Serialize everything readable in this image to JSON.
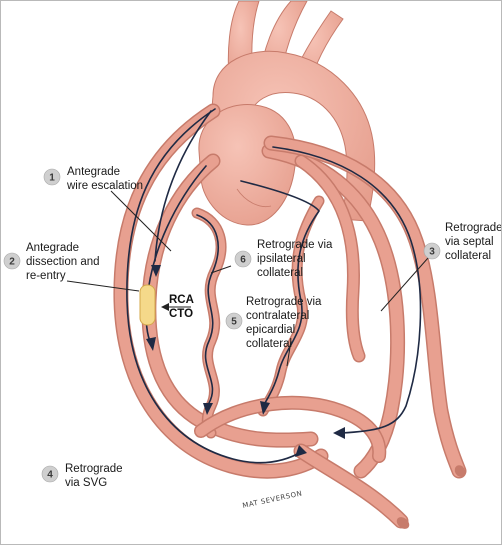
{
  "labels": {
    "l1": {
      "num": "1",
      "line1": "Antegrade",
      "line2": "wire escalation"
    },
    "l2": {
      "num": "2",
      "line1": "Antegrade",
      "line2": "dissection and",
      "line3": "re-entry"
    },
    "l3": {
      "num": "3",
      "line1": "Retrograde",
      "line2": "via septal",
      "line3": "collateral"
    },
    "l4": {
      "num": "4",
      "line1": "Retrograde",
      "line2": "via SVG"
    },
    "l5": {
      "num": "5",
      "line1": "Retrograde via",
      "line2": "contralateral",
      "line3": "epicardial",
      "line4": "collateral"
    },
    "l6": {
      "num": "6",
      "line1": "Retrograde via",
      "line2": "ipsilateral",
      "line3": "collateral"
    }
  },
  "cto": {
    "line1": "RCA",
    "line2": "CTO"
  },
  "signature": "MAT SEVERSON",
  "colors": {
    "vessel": "#e8a090",
    "vessel_edge": "#c77b6b",
    "wire": "#1f2a44",
    "occlusion": "#f5d98a",
    "badge": "#cfcfcf"
  }
}
